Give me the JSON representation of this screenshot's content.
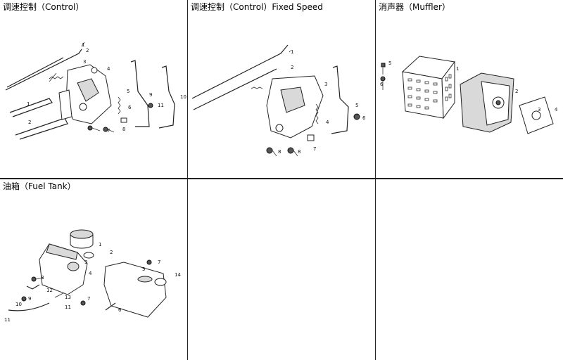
{
  "panels": [
    {
      "id": "control",
      "title": "调速控制（Control）",
      "labels": [
        "1",
        "2",
        "3",
        "4",
        "1",
        "2",
        "5",
        "6",
        "7",
        "8",
        "9",
        "10",
        "11"
      ]
    },
    {
      "id": "control-fixed",
      "title": "调速控制（Control）Fixed Speed",
      "labels": [
        "1",
        "2",
        "3",
        "4",
        "5",
        "6",
        "7",
        "8",
        "8"
      ]
    },
    {
      "id": "muffler",
      "title": "消声器（Muffler）",
      "labels": [
        "5",
        "6",
        "1",
        "2",
        "3",
        "4"
      ]
    },
    {
      "id": "fuel-tank",
      "title": "油箱（Fuel Tank）",
      "labels": [
        "1",
        "2",
        "3",
        "4",
        "5",
        "6",
        "7",
        "8",
        "9",
        "10",
        "11",
        "11",
        "12",
        "13",
        "14",
        "7"
      ]
    }
  ],
  "colors": {
    "line": "#222222",
    "background": "#ffffff"
  }
}
